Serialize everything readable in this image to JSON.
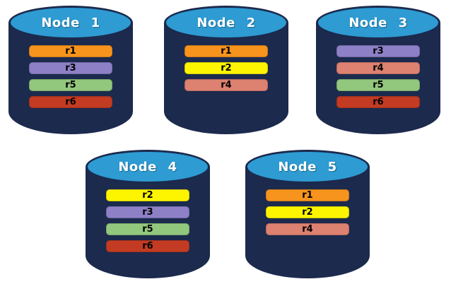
{
  "diagram": {
    "type": "database-replication-cluster",
    "colors": {
      "background": "#FFFFFF",
      "cylinder_body": "#1B2A4D",
      "cylinder_top": "#2E9BD3",
      "node_label_text": "#FFFFFF",
      "bar_text": "#000000",
      "replicas": {
        "r1": "#F7941D",
        "r2": "#FDF500",
        "r3": "#8D80C6",
        "r4": "#DD8170",
        "r5": "#92C77E",
        "r6": "#C23B22"
      }
    },
    "nodes": [
      {
        "label": "Node 1",
        "replicas": [
          "r1",
          "r3",
          "r5",
          "r6"
        ]
      },
      {
        "label": "Node 2",
        "replicas": [
          "r1",
          "r2",
          "r4"
        ]
      },
      {
        "label": "Node 3",
        "replicas": [
          "r3",
          "r4",
          "r5",
          "r6"
        ]
      },
      {
        "label": "Node 4",
        "replicas": [
          "r2",
          "r3",
          "r5",
          "r6"
        ]
      },
      {
        "label": "Node 5",
        "replicas": [
          "r1",
          "r2",
          "r4"
        ]
      }
    ]
  }
}
